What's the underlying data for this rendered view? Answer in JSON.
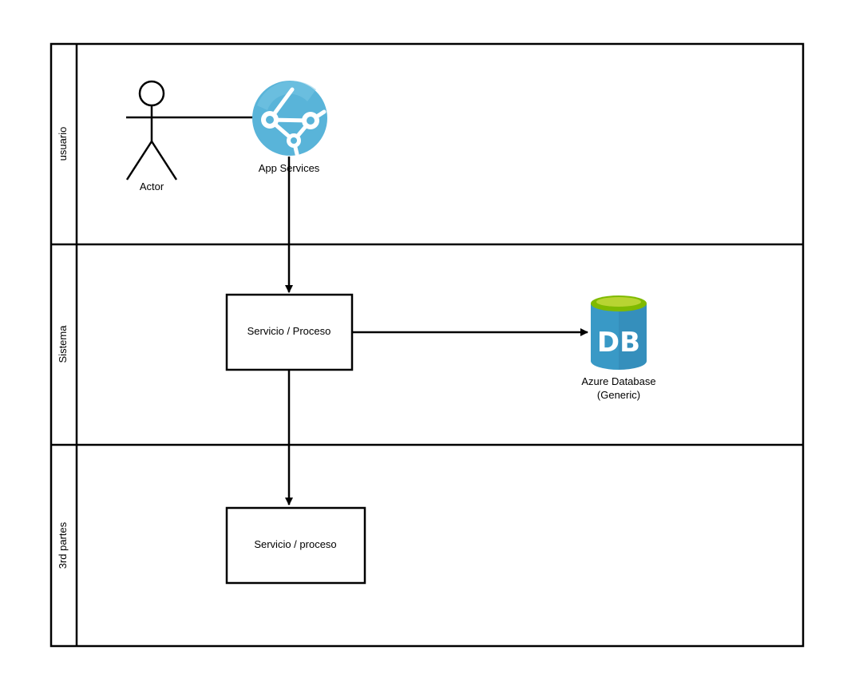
{
  "swimlanes": [
    {
      "label": "usuario"
    },
    {
      "label": "Sistema"
    },
    {
      "label": "3rd partes"
    }
  ],
  "nodes": {
    "actor": {
      "label": "Actor"
    },
    "app_services": {
      "label": "App Services",
      "icon": "azure-app-services-icon"
    },
    "servicio_proceso": {
      "label": "Servicio / Proceso"
    },
    "azure_database": {
      "label_line1": "Azure Database",
      "label_line2": "(Generic)",
      "icon_text": "DB",
      "icon": "azure-database-icon"
    },
    "servicio_proceso_3rd": {
      "label": "Servicio / proceso"
    }
  },
  "edges": [
    {
      "from": "actor",
      "to": "app_services",
      "arrow": false
    },
    {
      "from": "app_services",
      "to": "servicio_proceso",
      "arrow": true
    },
    {
      "from": "servicio_proceso",
      "to": "azure_database",
      "arrow": true
    },
    {
      "from": "servicio_proceso",
      "to": "servicio_proceso_3rd",
      "arrow": true
    }
  ],
  "colors": {
    "stroke": "#000000",
    "app_services_blue": "#59B4D9",
    "db_blue": "#3999C6",
    "db_blue_dark": "#2E7EAA",
    "db_top_green": "#7FBA00",
    "db_top_green_light": "#B8D432"
  }
}
